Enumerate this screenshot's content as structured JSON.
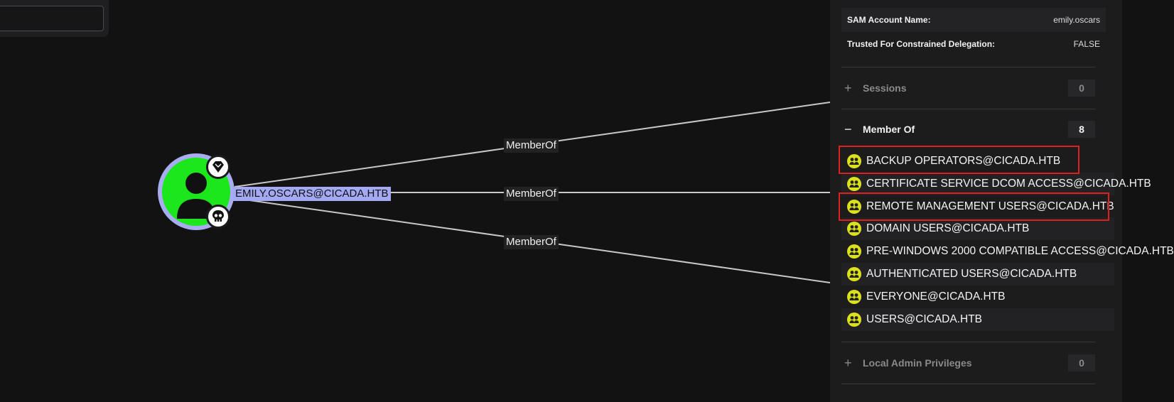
{
  "graph": {
    "node_label": "EMILY.OSCARS@CICADA.HTB",
    "node_icon": "user-icon",
    "badges": [
      "diamond-icon",
      "skull-icon"
    ],
    "edge_labels": [
      "MemberOf",
      "MemberOf",
      "MemberOf"
    ]
  },
  "panel": {
    "properties": [
      {
        "key": "SAM Account Name:",
        "value": "emily.oscars"
      },
      {
        "key": "Trusted For Constrained Delegation:",
        "value": "FALSE"
      }
    ],
    "sessions": {
      "sign": "+",
      "title": "Sessions",
      "count": "0"
    },
    "member_of": {
      "sign": "−",
      "title": "Member Of",
      "count": "8",
      "groups": [
        "BACKUP OPERATORS@CICADA.HTB",
        "CERTIFICATE SERVICE DCOM ACCESS@CICADA.HTB",
        "REMOTE MANAGEMENT USERS@CICADA.HTB",
        "DOMAIN USERS@CICADA.HTB",
        "PRE-WINDOWS 2000 COMPATIBLE ACCESS@CICADA.HTB",
        "AUTHENTICATED USERS@CICADA.HTB",
        "EVERYONE@CICADA.HTB",
        "USERS@CICADA.HTB"
      ],
      "group_icon": "group-icon"
    },
    "local_admin": {
      "sign": "+",
      "title": "Local Admin Privileges",
      "count": "0"
    }
  },
  "colors": {
    "background": "#121213",
    "node_fill": "#1ce61c",
    "node_ring": "#a8adf2",
    "group_icon": "#dce21a",
    "highlight": "#e0201f"
  }
}
